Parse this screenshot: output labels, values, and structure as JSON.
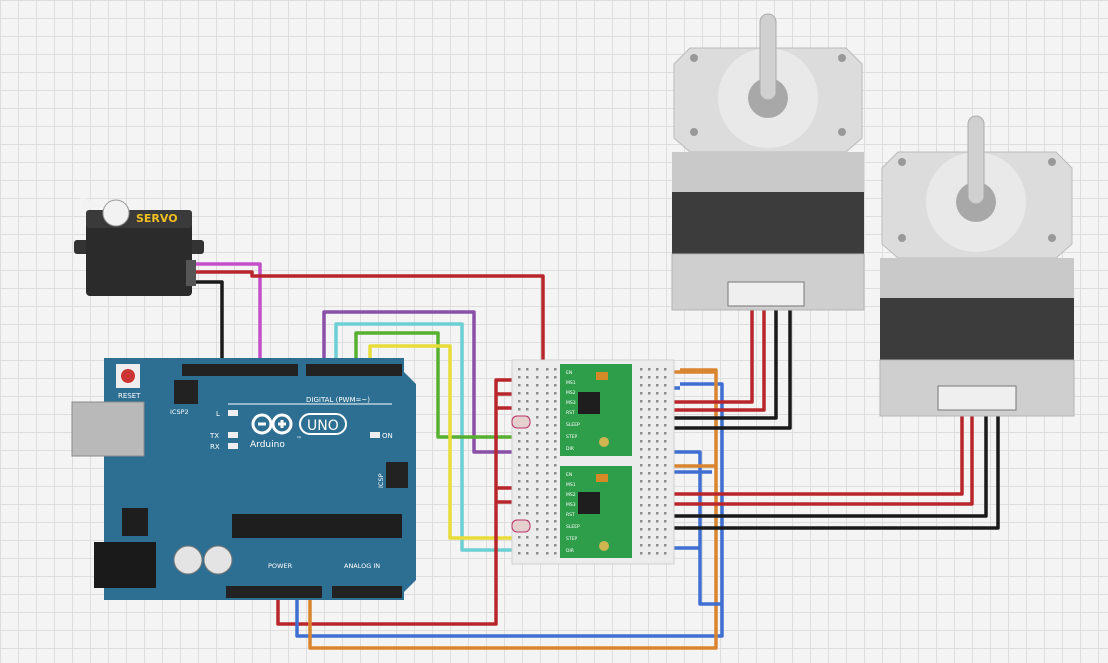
{
  "servo": {
    "label": "SERVO"
  },
  "arduino": {
    "brand": "Arduino",
    "tm": "™",
    "model": "UNO",
    "reset_label": "RESET",
    "icsp2_label": "ICSP2",
    "icsp_label": "ICSP",
    "digital_label": "DIGITAL (PWM=~)",
    "power_label": "POWER",
    "analog_label": "ANALOG IN",
    "led_l": "L",
    "led_tx": "TX",
    "led_rx": "RX",
    "led_on": "ON"
  },
  "drivers": [
    {
      "pins_left": [
        "EN",
        "MS1",
        "MS2",
        "MS3",
        "RST",
        "SLEEP",
        "STEP",
        "DIR"
      ]
    },
    {
      "pins_left": [
        "EN",
        "MS1",
        "MS2",
        "MS3",
        "RST",
        "SLEEP",
        "STEP",
        "DIR"
      ]
    }
  ],
  "wire_colors": {
    "red": "#b8262b",
    "black": "#1a1a1a",
    "blue": "#3f6fd0",
    "orange": "#d9842f",
    "green": "#58b030",
    "yellow": "#e8dc3a",
    "cyan": "#6ccfd4",
    "purple": "#8a4fa6",
    "magenta": "#c34fc9"
  },
  "board_color": "#2d6f92",
  "driver_color": "#2f9e4b"
}
